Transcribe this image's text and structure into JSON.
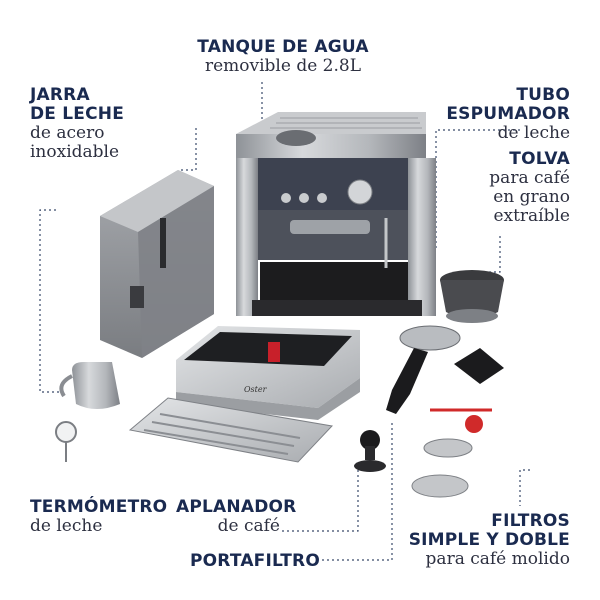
{
  "labels": {
    "water_tank": {
      "title": "TANQUE DE AGUA",
      "sub": "removible de 2.8L"
    },
    "milk_jug": {
      "title_1": "JARRA",
      "title_2": "DE LECHE",
      "sub_1": "de acero",
      "sub_2": "inoxidable"
    },
    "steam_wand": {
      "title": "TUBO ESPUMADOR",
      "sub": "de leche"
    },
    "hopper": {
      "title": "TOLVA",
      "sub_1": "para café",
      "sub_2": "en grano",
      "sub_3": "extraíble"
    },
    "thermometer": {
      "title": "TERMÓMETRO",
      "sub": "de leche"
    },
    "tamper": {
      "title": "APLANADOR",
      "sub": "de café"
    },
    "portafilter": {
      "title": "PORTAFILTRO"
    },
    "filters": {
      "title_1": "FILTROS",
      "title_2": "SIMPLE Y DOBLE",
      "sub": "para café molido"
    }
  },
  "brand": "Oster",
  "colors": {
    "label_title": "#1a2a50",
    "leader_line": "#3a4a6a",
    "steel": "#b9bcc0",
    "dark_panel": "#3d4250",
    "black": "#1b1b1d"
  }
}
